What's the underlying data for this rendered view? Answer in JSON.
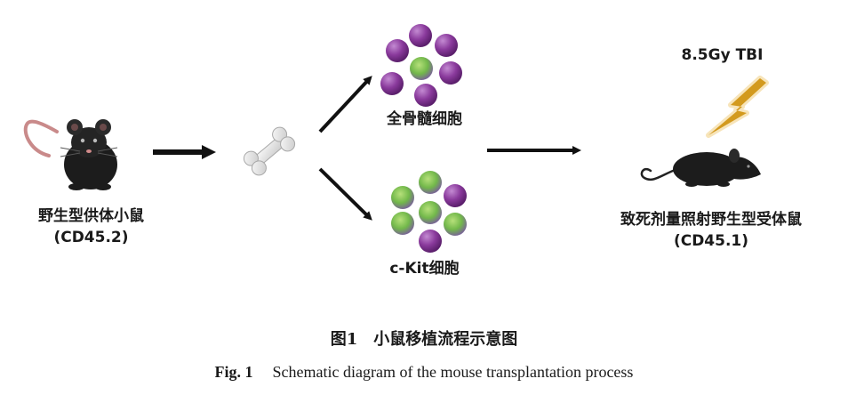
{
  "donor": {
    "name": "野生型供体小鼠",
    "strain": "(CD45.2)"
  },
  "bone_icon": "bone-icon",
  "whole_marrow": {
    "label": "全骨髓细胞"
  },
  "ckit": {
    "label": "c-Kit细胞"
  },
  "irradiation": {
    "label": "8.5Gy TBI",
    "icon": "lightning-bolt-icon"
  },
  "recipient": {
    "name": "致死剂量照射野生型受体鼠",
    "strain": "(CD45.1)"
  },
  "caption": {
    "zh": "图1　小鼠移植流程示意图",
    "en_label": "Fig. 1",
    "en_text": "Schematic diagram of the mouse transplantation process"
  },
  "colors": {
    "cell_purple": "#8a3a9c",
    "cell_green_center": "#72b84a",
    "cell_green_edge": "#a07ab8",
    "bolt": "#d39a1e",
    "mouse": "#1c1c1c",
    "arrow": "#111111"
  }
}
